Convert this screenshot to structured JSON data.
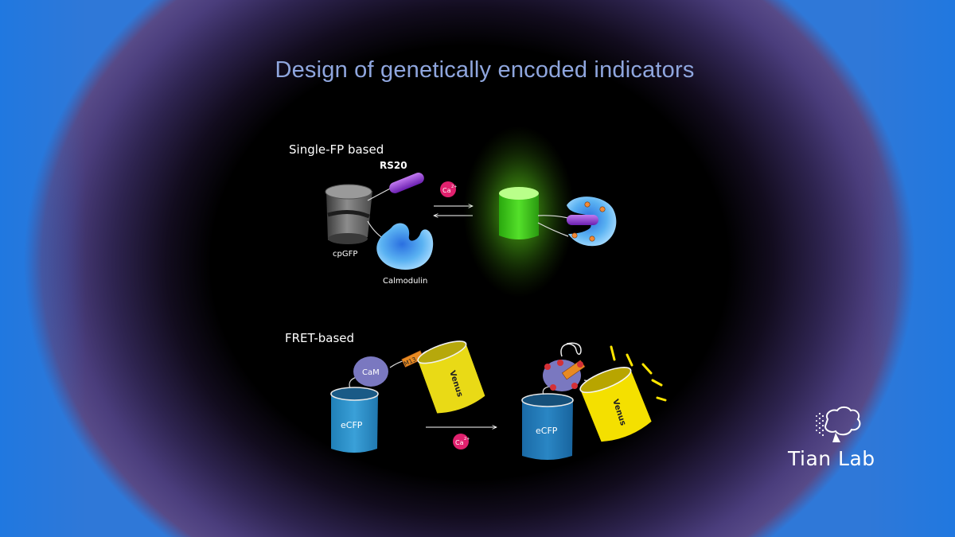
{
  "slide": {
    "title": "Design of genetically encoded indicators"
  },
  "single_fp": {
    "heading": "Single-FP based",
    "peptide_label": "RS20",
    "fp_label": "cpGFP",
    "binder_label": "Calmodulin",
    "ion_label": "Ca",
    "ion_charge": "2+"
  },
  "fret": {
    "heading": "FRET-based",
    "cam_label": "CaM",
    "peptide_label": "M13",
    "acceptor_label": "Venus",
    "donor_label": "eCFP",
    "ion_label": "Ca",
    "ion_charge": "2+"
  },
  "logo": {
    "text": "Tian Lab"
  },
  "colors": {
    "title": "#8fa6de",
    "gfp_on": "#3fc81a",
    "calmodulin": "#4aa6ee",
    "peptide": "#8b2fd6",
    "ion": "#e0216e",
    "ecfp": "#2e8fc4",
    "venus": "#ecdd14",
    "cam": "#7a78c0"
  }
}
